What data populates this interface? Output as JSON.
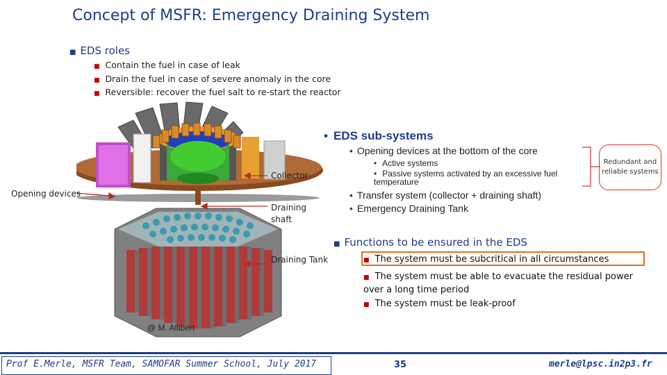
{
  "title": "Concept of MSFR: Emergency Draining System",
  "eds_roles": {
    "heading": "EDS roles",
    "items": [
      "Contain the fuel in case of leak",
      "Drain the fuel in case of severe anomaly in the core",
      "Reversible: recover the fuel salt to re-start the reactor"
    ]
  },
  "subsystems": {
    "heading": "EDS sub-systems",
    "items": [
      "Opening devices at the bottom of the core",
      "Transfer system (collector + draining shaft)",
      "Emergency Draining Tank"
    ],
    "subitems": [
      "Active systems",
      "Passive systems activated by an excessive fuel temperature"
    ],
    "redundant_note": "Redundant and reliable systems"
  },
  "functions": {
    "heading": "Functions to be ensured in the EDS",
    "items": [
      "The system must be subcritical in all circumstances",
      "The system must be able to evacuate the residual power over a long time period",
      "The system must be leak-proof"
    ]
  },
  "diagram_labels": {
    "collector": "Collector",
    "opening_devices": "Opening devices",
    "draining_shaft": "Draining shaft",
    "draining_tank": "Draining Tank",
    "credit": "@ M. Allibert"
  },
  "footer": {
    "author": "Prof E.Merle, MSFR Team, SAMOFAR Summer School, July 2017",
    "page": "35",
    "email": "merle@lpsc.in2p3.fr"
  },
  "colors": {
    "title": "#1f3c88",
    "bullet_red": "#c00000",
    "highlight_box": "#e07020",
    "arrow": "#b03020"
  }
}
